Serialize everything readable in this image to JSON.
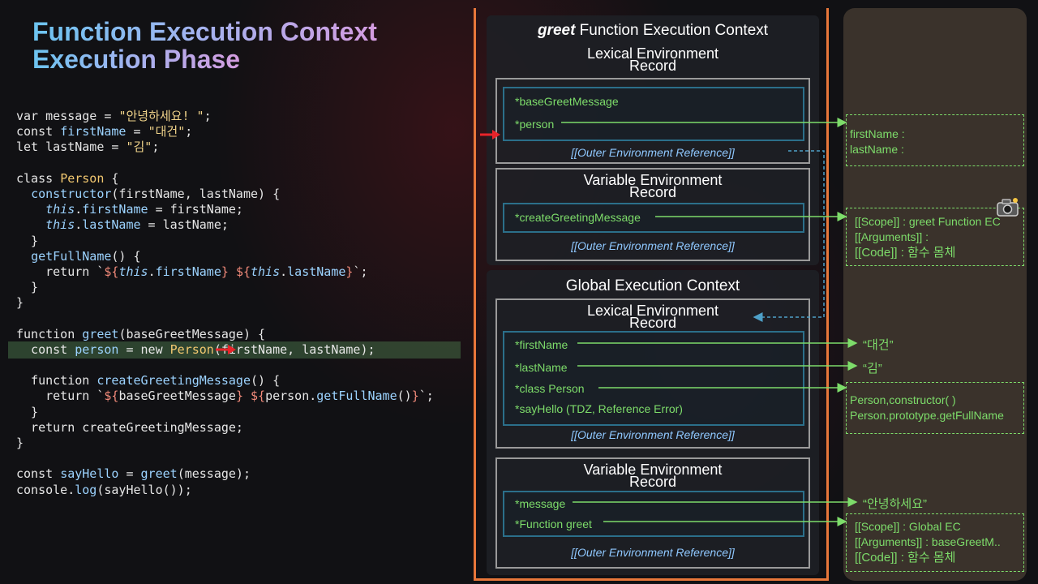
{
  "title": {
    "line1": "Function Execution Context",
    "line2": "Execution Phase"
  },
  "code_lines": [
    {
      "segments": [
        {
          "t": "var message = ",
          "c": "kw"
        },
        {
          "t": "\"안녕하세요! \"",
          "c": "st"
        },
        {
          "t": ";",
          "c": "kw"
        }
      ]
    },
    {
      "segments": [
        {
          "t": "const ",
          "c": "kw"
        },
        {
          "t": "firstName",
          "c": "fn"
        },
        {
          "t": " = ",
          "c": "kw"
        },
        {
          "t": "\"대건\"",
          "c": "st"
        },
        {
          "t": ";",
          "c": "kw"
        }
      ]
    },
    {
      "segments": [
        {
          "t": "let lastName = ",
          "c": "kw"
        },
        {
          "t": "\"김\"",
          "c": "st"
        },
        {
          "t": ";",
          "c": "kw"
        }
      ]
    },
    {
      "segments": [
        {
          "t": "",
          "c": "kw"
        }
      ]
    },
    {
      "segments": [
        {
          "t": "class ",
          "c": "kw"
        },
        {
          "t": "Person",
          "c": "cl"
        },
        {
          "t": " {",
          "c": "kw"
        }
      ]
    },
    {
      "segments": [
        {
          "t": "  ",
          "c": "kw"
        },
        {
          "t": "constructor",
          "c": "fn"
        },
        {
          "t": "(firstName, lastName) {",
          "c": "kw"
        }
      ]
    },
    {
      "segments": [
        {
          "t": "    ",
          "c": "kw"
        },
        {
          "t": "this",
          "c": "th"
        },
        {
          "t": ".",
          "c": "kw"
        },
        {
          "t": "firstName",
          "c": "pr"
        },
        {
          "t": " = firstName;",
          "c": "kw"
        }
      ]
    },
    {
      "segments": [
        {
          "t": "    ",
          "c": "kw"
        },
        {
          "t": "this",
          "c": "th"
        },
        {
          "t": ".",
          "c": "kw"
        },
        {
          "t": "lastName",
          "c": "pr"
        },
        {
          "t": " = lastName;",
          "c": "kw"
        }
      ]
    },
    {
      "segments": [
        {
          "t": "  }",
          "c": "kw"
        }
      ]
    },
    {
      "segments": [
        {
          "t": "  ",
          "c": "kw"
        },
        {
          "t": "getFullName",
          "c": "fn"
        },
        {
          "t": "() {",
          "c": "kw"
        }
      ]
    },
    {
      "segments": [
        {
          "t": "    return `",
          "c": "kw"
        },
        {
          "t": "${",
          "c": "dl"
        },
        {
          "t": "this",
          "c": "th"
        },
        {
          "t": ".",
          "c": "kw"
        },
        {
          "t": "firstName",
          "c": "pr"
        },
        {
          "t": "}",
          "c": "dl"
        },
        {
          "t": " ",
          "c": "kw"
        },
        {
          "t": "${",
          "c": "dl"
        },
        {
          "t": "this",
          "c": "th"
        },
        {
          "t": ".",
          "c": "kw"
        },
        {
          "t": "lastName",
          "c": "pr"
        },
        {
          "t": "}",
          "c": "dl"
        },
        {
          "t": "`;",
          "c": "kw"
        }
      ]
    },
    {
      "segments": [
        {
          "t": "  }",
          "c": "kw"
        }
      ]
    },
    {
      "segments": [
        {
          "t": "}",
          "c": "kw"
        }
      ]
    },
    {
      "segments": [
        {
          "t": "",
          "c": "kw"
        }
      ]
    },
    {
      "segments": [
        {
          "t": "function ",
          "c": "kw"
        },
        {
          "t": "greet",
          "c": "fn"
        },
        {
          "t": "(baseGreetMessage) {",
          "c": "kw"
        }
      ]
    },
    {
      "segments": [
        {
          "t": "  const ",
          "c": "kw"
        },
        {
          "t": "person",
          "c": "fn"
        },
        {
          "t": " = new ",
          "c": "kw"
        },
        {
          "t": "Person",
          "c": "cl"
        },
        {
          "t": "(firstName, lastName);",
          "c": "kw"
        }
      ]
    },
    {
      "segments": [
        {
          "t": "",
          "c": "kw"
        }
      ]
    },
    {
      "segments": [
        {
          "t": "  function ",
          "c": "kw"
        },
        {
          "t": "createGreetingMessage",
          "c": "fn"
        },
        {
          "t": "() {",
          "c": "kw"
        }
      ]
    },
    {
      "segments": [
        {
          "t": "    return `",
          "c": "kw"
        },
        {
          "t": "${",
          "c": "dl"
        },
        {
          "t": "baseGreetMessage",
          "c": "kw"
        },
        {
          "t": "}",
          "c": "dl"
        },
        {
          "t": " ",
          "c": "kw"
        },
        {
          "t": "${",
          "c": "dl"
        },
        {
          "t": "person",
          "c": "kw"
        },
        {
          "t": ".",
          "c": "kw"
        },
        {
          "t": "getFullName",
          "c": "fn"
        },
        {
          "t": "()",
          "c": "kw"
        },
        {
          "t": "}",
          "c": "dl"
        },
        {
          "t": "`;",
          "c": "kw"
        }
      ]
    },
    {
      "segments": [
        {
          "t": "  }",
          "c": "kw"
        }
      ]
    },
    {
      "segments": [
        {
          "t": "  return createGreetingMessage;",
          "c": "kw"
        }
      ]
    },
    {
      "segments": [
        {
          "t": "}",
          "c": "kw"
        }
      ]
    },
    {
      "segments": [
        {
          "t": "",
          "c": "kw"
        }
      ]
    },
    {
      "segments": [
        {
          "t": "const ",
          "c": "kw"
        },
        {
          "t": "sayHello",
          "c": "fn"
        },
        {
          "t": " = ",
          "c": "kw"
        },
        {
          "t": "greet",
          "c": "fn"
        },
        {
          "t": "(message);",
          "c": "kw"
        }
      ]
    },
    {
      "segments": [
        {
          "t": "console.",
          "c": "kw"
        },
        {
          "t": "log",
          "c": "fn"
        },
        {
          "t": "(sayHello());",
          "c": "kw"
        }
      ]
    }
  ],
  "greet_ec": {
    "title_fn": "greet",
    "title_rest": " Function Execution Context",
    "lexical": {
      "title_l1": "Lexical Environment",
      "title_l2": "Record",
      "entries": [
        "*baseGreetMessage",
        "*person"
      ],
      "outer_ref": "[[Outer Environment Reference]]"
    },
    "variable": {
      "title_l1": "Variable Environment",
      "title_l2": "Record",
      "entries": [
        "*createGreetingMessage"
      ],
      "outer_ref": "[[Outer Environment Reference]]"
    }
  },
  "global_ec": {
    "title": "Global Execution Context",
    "lexical": {
      "title_l1": "Lexical Environment",
      "title_l2": "Record",
      "entries": [
        "*firstName",
        "*lastName",
        "*class Person",
        "*sayHello (TDZ, Reference Error)"
      ],
      "outer_ref": "[[Outer Environment Reference]]"
    },
    "variable": {
      "title_l1": "Variable Environment",
      "title_l2": "Record",
      "entries": [
        "*message",
        "*Function greet"
      ],
      "outer_ref": "[[Outer Environment Reference]]"
    }
  },
  "heap": {
    "person_obj": [
      "firstName :",
      "lastName :"
    ],
    "create_fn_obj": [
      "[[Scope]]  : greet Function EC",
      "[[Arguments]] :",
      "[[Code]] : 함수 몸체"
    ],
    "firstname_val": "“대건”",
    "lastname_val": "“김”",
    "person_class_obj": [
      "Person,constructor( )",
      "Person.prototype.getFullName"
    ],
    "message_val": "“안녕하세요”",
    "greet_fn_obj": [
      "[[Scope]]  : Global EC",
      "[[Arguments]] : baseGreetM..",
      "[[Code]] : 함수 몸체"
    ]
  },
  "icons": {
    "camera": "camera-flash-icon",
    "pointer": "red-arrow-icon"
  },
  "colors": {
    "accent_orange": "#e8773a",
    "green": "#7ddc6a",
    "blue_ref": "#8fc8ff",
    "arrow_red": "#e8242a"
  }
}
